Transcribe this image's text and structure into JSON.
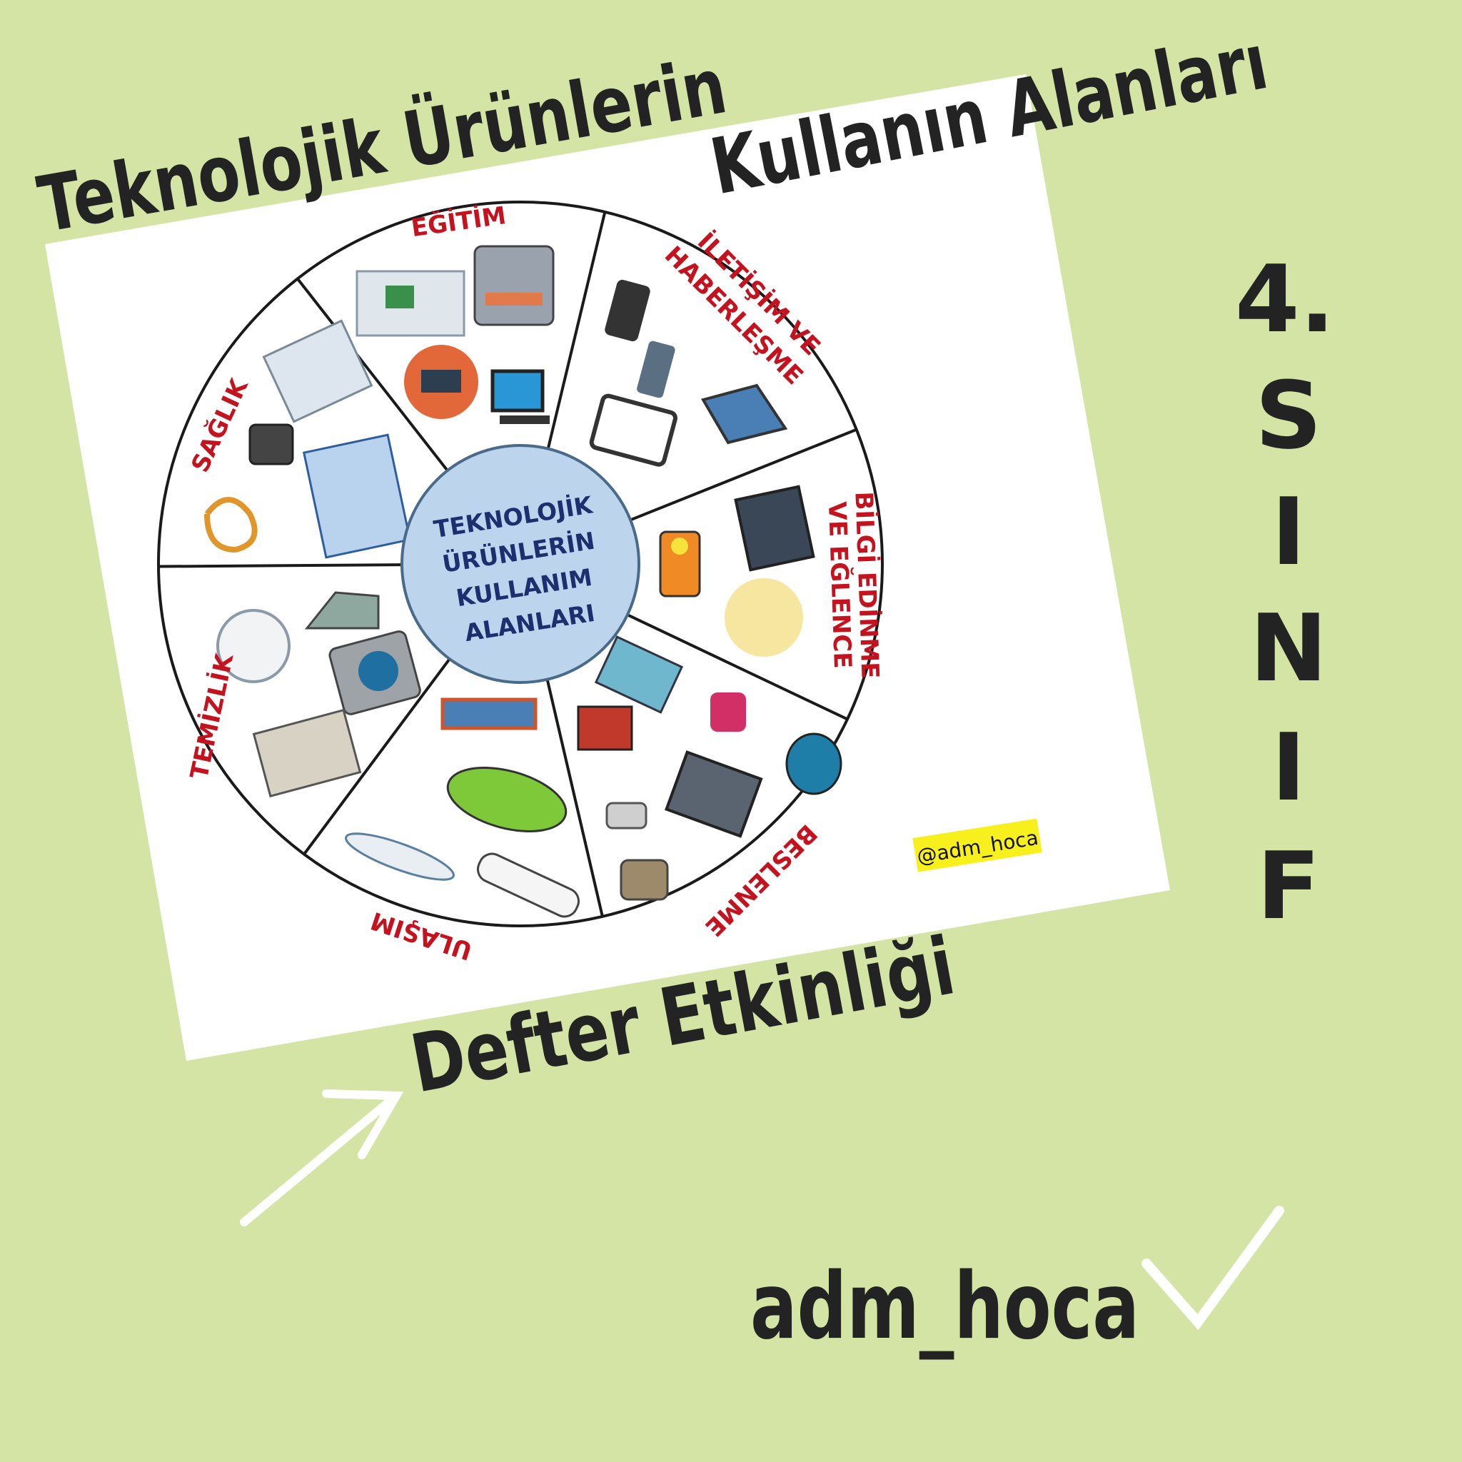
{
  "colors": {
    "background": "#d3e4a4",
    "card": "#ffffff",
    "label_red": "#c4121f",
    "center_fill": "#bdd5ec",
    "center_text": "#1d2f6e",
    "tag_yellow": "#f7f01d"
  },
  "title": {
    "line1": "Teknolojik Ürünlerin",
    "line2": "Kullanın Alanları"
  },
  "grade": {
    "number": "4.",
    "letters": [
      "S",
      "I",
      "N",
      "I",
      "F"
    ]
  },
  "subtitle": "Defter Etkinliği",
  "author": "adm_hoca",
  "watermark": "@adm_hoca",
  "wheel": {
    "center": [
      "TEKNOLOJİK",
      "ÜRÜNLERİN",
      "KULLANIM",
      "ALANLARI"
    ],
    "segments": [
      {
        "label": [
          "EĞİTİM"
        ],
        "icons": [
          "smartboard-icon",
          "photocopier-icon",
          "printer-icon",
          "computer-icon"
        ]
      },
      {
        "label": [
          "İLETİŞİM VE",
          "HABERLEŞME"
        ],
        "icons": [
          "smartphone-icon",
          "cordless-phone-icon",
          "tablet-icon",
          "laptop-icon"
        ]
      },
      {
        "label": [
          "BİLGİ EDİNME",
          "VE EĞLENCE"
        ],
        "icons": [
          "television-icon",
          "radio-icon",
          "person-at-computer-icon"
        ]
      },
      {
        "label": [
          "BESLENME"
        ],
        "icons": [
          "oven-icon",
          "coffee-maker-icon",
          "mixer-icon",
          "kettle-icon",
          "microwave-icon",
          "hand-mixer-icon",
          "toaster-icon"
        ]
      },
      {
        "label": [
          "ULAŞIM"
        ],
        "icons": [
          "bus-icon",
          "electric-car-icon",
          "airplane-icon",
          "train-icon"
        ]
      },
      {
        "label": [
          "TEMİZLİK"
        ],
        "icons": [
          "robot-vacuum-icon",
          "iron-icon",
          "washing-machine-icon",
          "dishwasher-icon"
        ]
      },
      {
        "label": [
          "SAĞLIK"
        ],
        "icons": [
          "mri-scanner-icon",
          "blood-pressure-monitor-icon",
          "stethoscope-icon",
          "hospital-icon"
        ]
      }
    ]
  },
  "decorations": [
    "arrow-icon",
    "checkmark-icon"
  ]
}
